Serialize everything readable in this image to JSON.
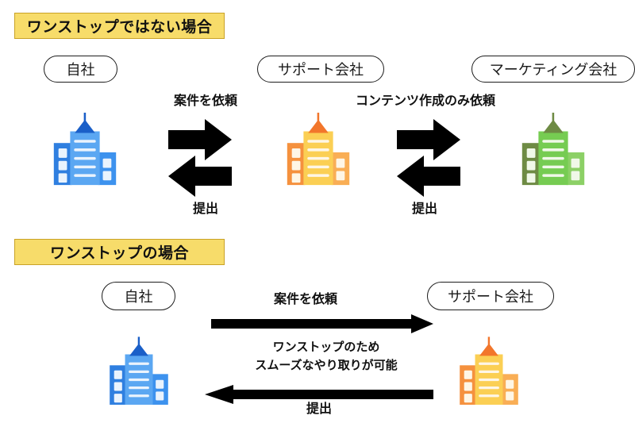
{
  "document": {
    "type": "business-flow-diagram",
    "language": "ja",
    "background": "#ffffff"
  },
  "colors": {
    "banner_fill": "#F7DC6A",
    "banner_border": "#C9A227",
    "text": "#111111",
    "pill_border": "#1d1d1d",
    "arrow": "#000000",
    "building_blue_light": "#4F9BEE",
    "building_blue_mid": "#3A86E0",
    "building_blue_dark": "#1A5FC8",
    "building_orange": "#F5913E",
    "building_yellow": "#FBCF54",
    "building_orange_roof": "#F2762B",
    "building_green": "#76CC52",
    "building_green_dark": "#6E8B44"
  },
  "sections": [
    {
      "id": "not-one-stop",
      "banner": "ワンストップではない場合",
      "nodes": [
        {
          "id": "own-company",
          "label": "自社",
          "building": "blue"
        },
        {
          "id": "support-company",
          "label": "サポート会社",
          "building": "orange"
        },
        {
          "id": "marketing-company",
          "label": "マーケティング会社",
          "building": "green"
        }
      ],
      "flows": [
        {
          "id": "own-to-support",
          "forward_label": "案件を依頼",
          "back_label": "提出",
          "style": "block-double"
        },
        {
          "id": "support-to-marketing",
          "forward_label": "コンテンツ作成のみ依頼",
          "back_label": "提出",
          "style": "block-double"
        }
      ]
    },
    {
      "id": "one-stop",
      "banner": "ワンストップの場合",
      "nodes": [
        {
          "id": "own-company-2",
          "label": "自社",
          "building": "blue"
        },
        {
          "id": "support-company-2",
          "label": "サポート会社",
          "building": "orange"
        }
      ],
      "flows": [
        {
          "id": "own-to-support-2",
          "forward_label": "案件を依頼",
          "style": "line-right"
        },
        {
          "id": "support-to-own-2",
          "note_line1": "ワンストップのため",
          "note_line2": "スムーズなやり取りが可能",
          "back_label": "提出",
          "style": "line-left"
        }
      ]
    }
  ]
}
